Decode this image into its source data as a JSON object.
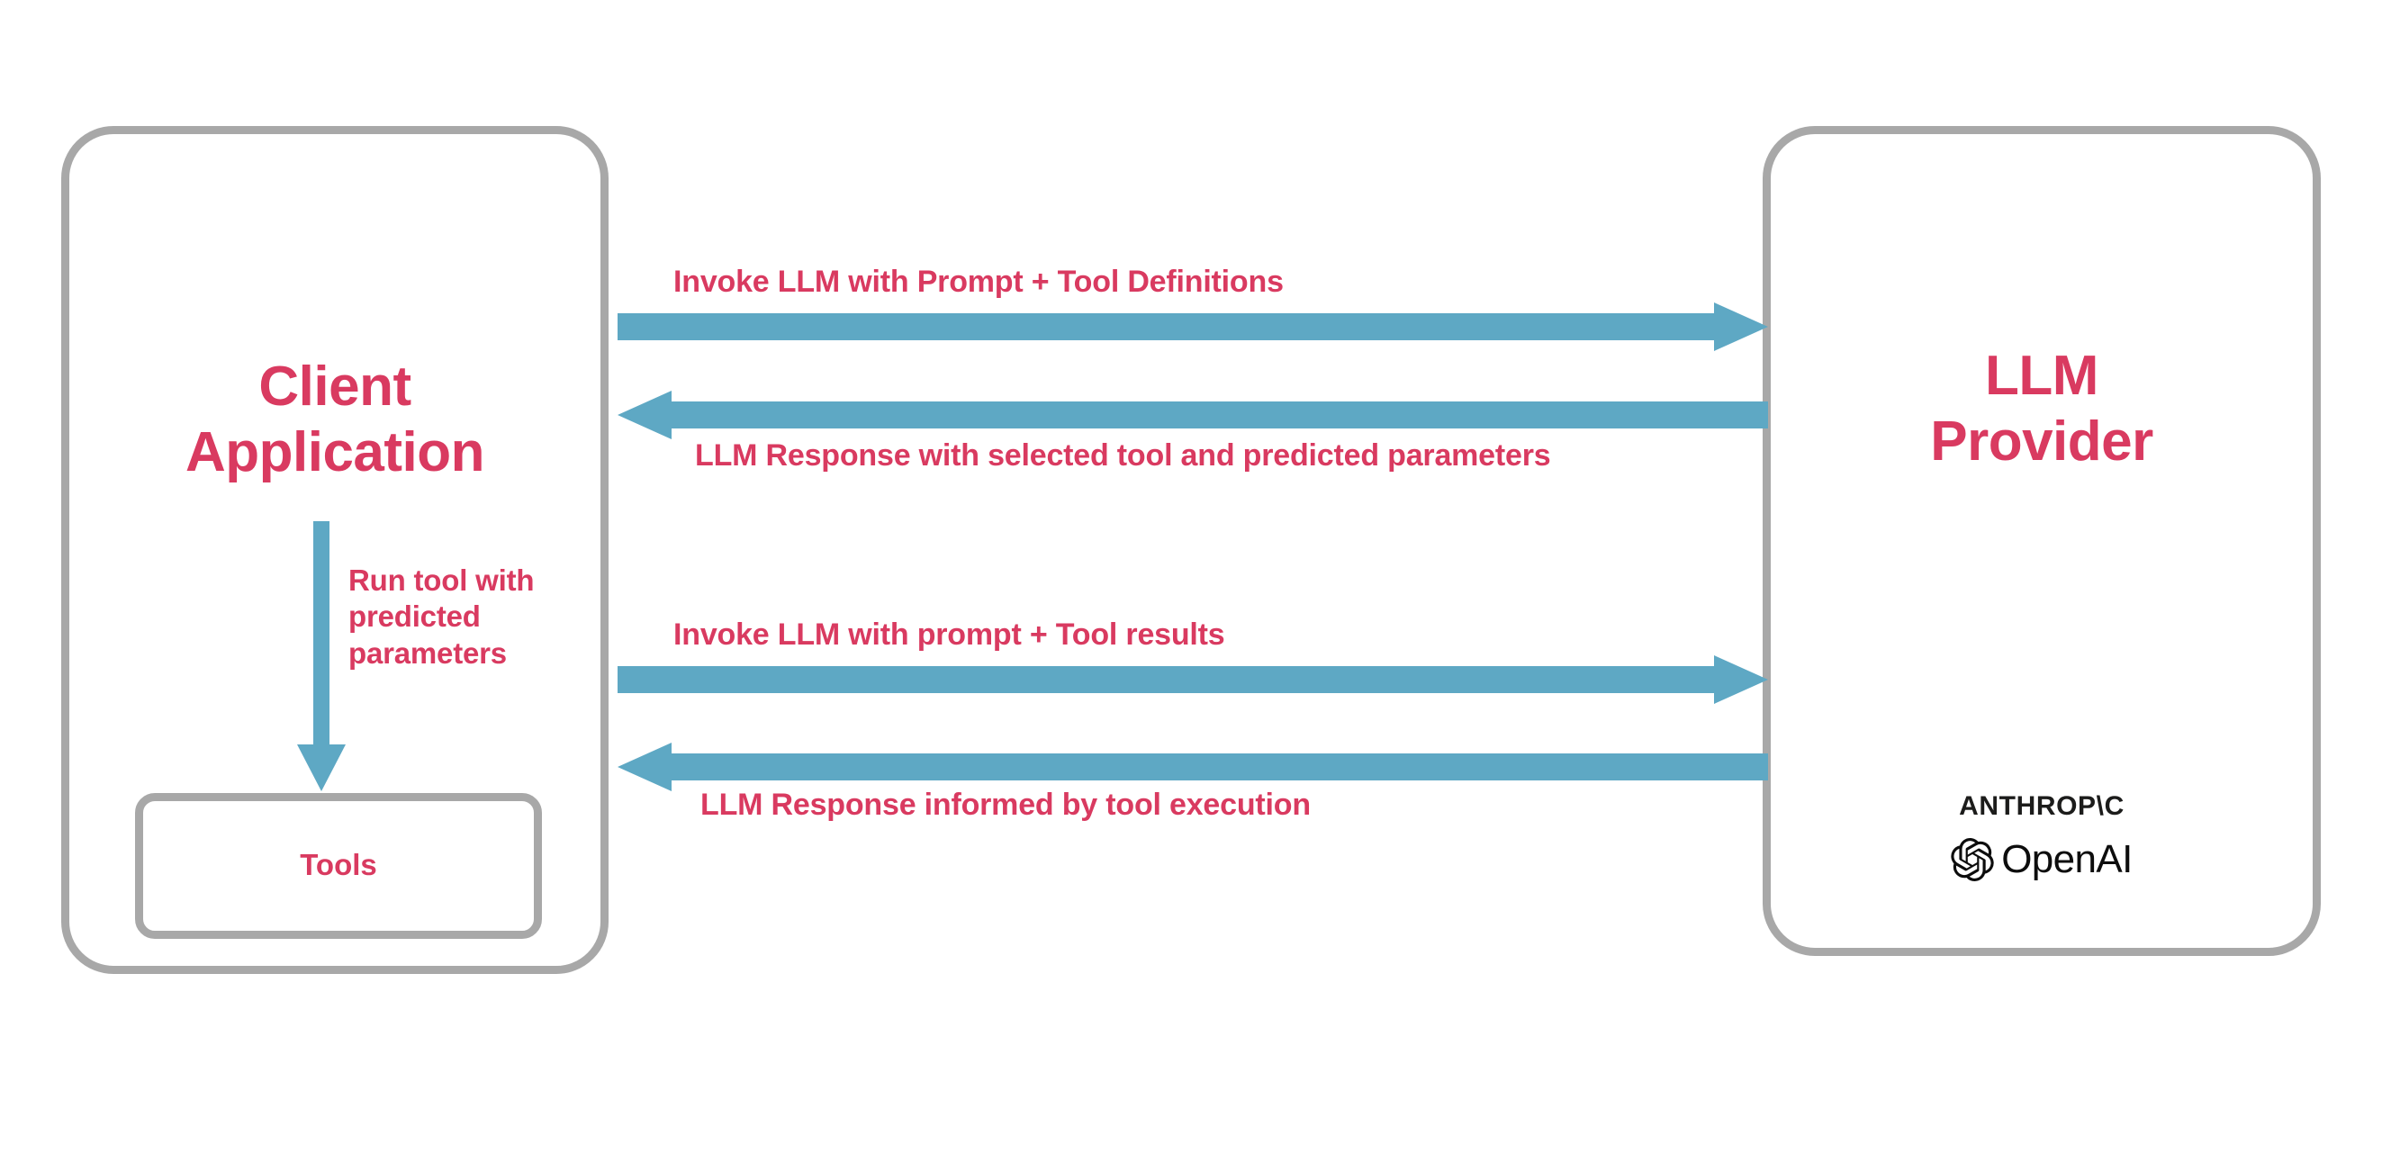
{
  "diagram": {
    "title": "LLM tool-calling interaction flow",
    "background_color": "#ffffff",
    "accent_text_color": "#d93a60",
    "arrow_color": "#5ea8c4",
    "box_border_color": "#a8a8a8"
  },
  "client": {
    "title": "Client\nApplication",
    "tools_label": "Tools",
    "internal_arrow_label": "Run tool with\npredicted\nparameters"
  },
  "provider": {
    "title": "LLM\nProvider",
    "logos": [
      {
        "name": "anthropic-logo",
        "text": "ANTHROP\\C"
      },
      {
        "name": "openai-logo",
        "text": "OpenAI"
      }
    ]
  },
  "flows": [
    {
      "id": "invoke-with-tool-definitions",
      "label": "Invoke LLM with Prompt + Tool Definitions",
      "direction": "right",
      "from": "Client Application",
      "to": "LLM Provider"
    },
    {
      "id": "response-with-selected-tool",
      "label": "LLM Response with selected tool and predicted parameters",
      "direction": "left",
      "from": "LLM Provider",
      "to": "Client Application"
    },
    {
      "id": "invoke-with-tool-results",
      "label": "Invoke LLM with prompt + Tool results",
      "direction": "right",
      "from": "Client Application",
      "to": "LLM Provider"
    },
    {
      "id": "response-informed-by-tool",
      "label": "LLM Response informed by tool execution",
      "direction": "left",
      "from": "LLM Provider",
      "to": "Client Application"
    }
  ]
}
